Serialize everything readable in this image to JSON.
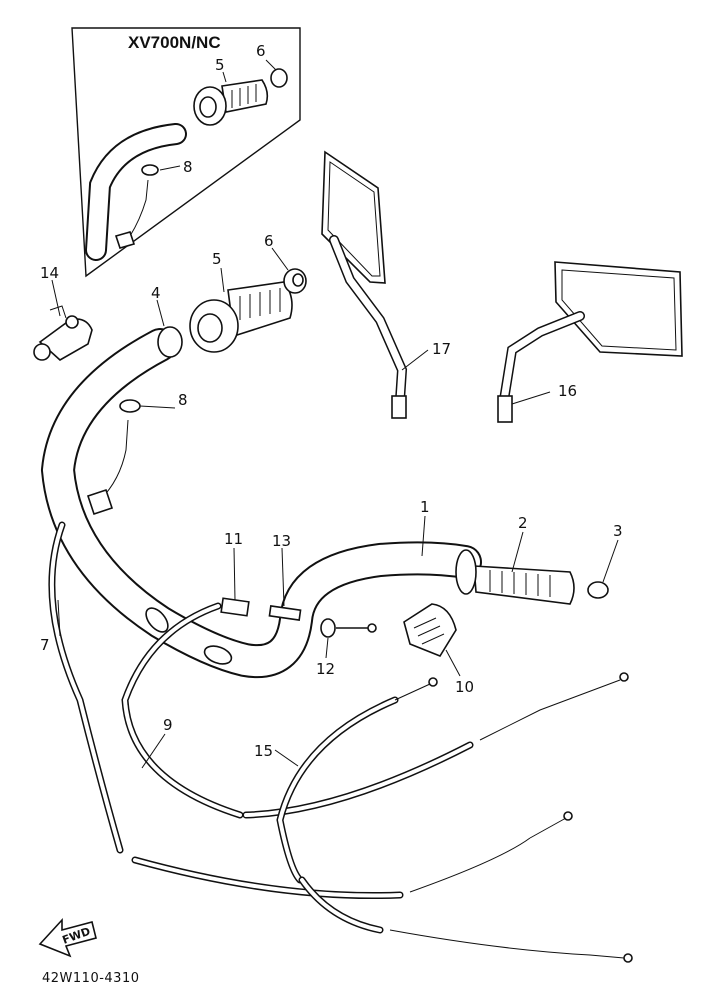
{
  "inset": {
    "title": "XV700N/NC",
    "callouts": [
      "5",
      "6",
      "8"
    ]
  },
  "callouts": {
    "c1": "1",
    "c2": "2",
    "c3": "3",
    "c4": "4",
    "c5": "5",
    "c6": "6",
    "c7": "7",
    "c8": "8",
    "c9": "9",
    "c10": "10",
    "c11": "11",
    "c12": "12",
    "c13": "13",
    "c14": "14",
    "c15": "15",
    "c16": "16",
    "c17": "17"
  },
  "direction_label": "FWD",
  "drawing_code": "42W110-4310"
}
